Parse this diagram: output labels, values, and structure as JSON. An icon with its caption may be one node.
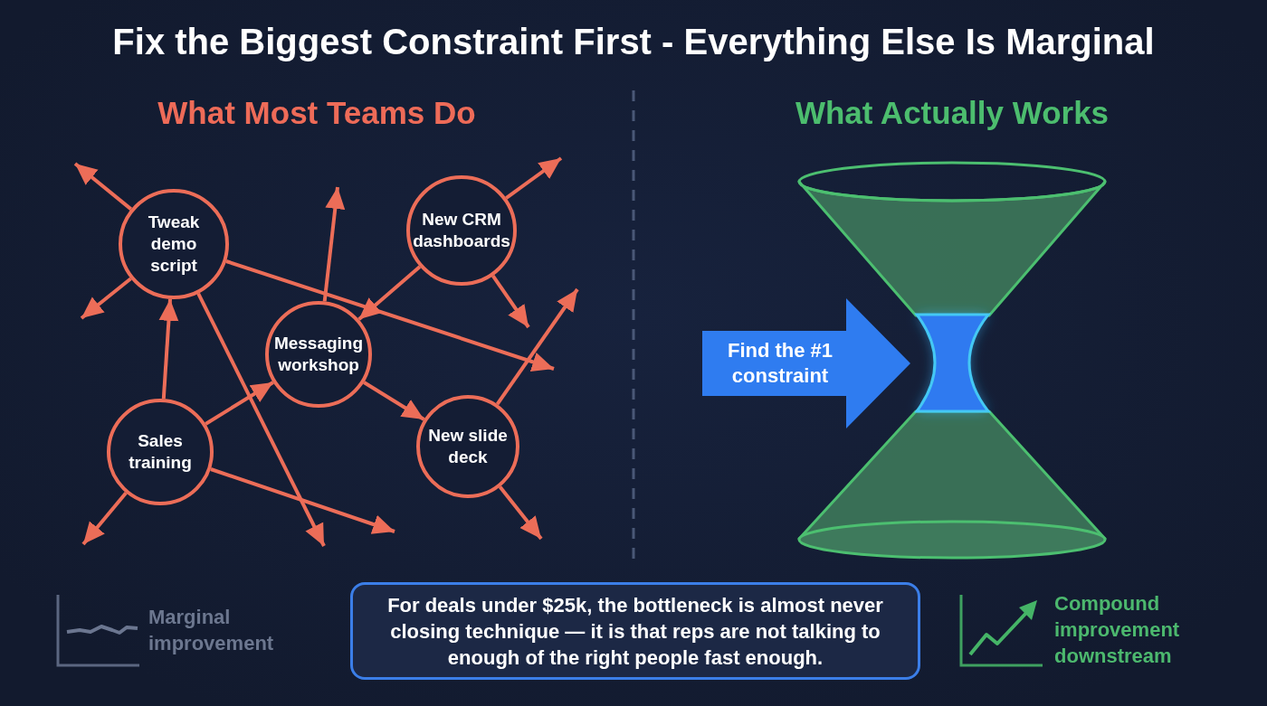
{
  "diagram": {
    "title": "Fix the Biggest Constraint First - Everything Else Is Marginal",
    "nodes": [
      {
        "text": [
          "Tweak demo script"
        ]
      },
      {
        "text": [
          "New CRM dashboards"
        ]
      },
      {
        "text": [
          "Messaging workshop"
        ]
      },
      {
        "text": [
          "Sales training"
        ]
      },
      {
        "text": [
          "New slide deck"
        ]
      },
      {
        "text": [
          "Find the #1 constraint"
        ]
      },
      {
        "text": [
          "For deals under $25k, the bottleneck is almost never closing technique — it is that reps are not talking to enough of the right people fast enough."
        ]
      }
    ],
    "edges": [
      {
        "from": 0,
        "to": null,
        "arrow": "to"
      },
      {
        "from": 0,
        "to": null,
        "arrow": "to"
      },
      {
        "from": 0,
        "to": null,
        "arrow": "to"
      },
      {
        "from": 0,
        "to": null,
        "arrow": "to"
      },
      {
        "from": 1,
        "to": null,
        "arrow": "to"
      },
      {
        "from": 1,
        "to": 2,
        "arrow": "to"
      },
      {
        "from": 1,
        "to": null,
        "arrow": "to"
      },
      {
        "from": 2,
        "to": null,
        "arrow": "to"
      },
      {
        "from": 2,
        "to": 4,
        "arrow": "to"
      },
      {
        "from": 3,
        "to": 0,
        "arrow": "to"
      },
      {
        "from": 3,
        "to": 2,
        "arrow": "to"
      },
      {
        "from": 3,
        "to": null,
        "arrow": "to"
      },
      {
        "from": 3,
        "to": null,
        "arrow": "to"
      },
      {
        "from": 4,
        "to": null,
        "arrow": "to"
      },
      {
        "from": 4,
        "to": null,
        "arrow": "to"
      }
    ],
    "labels": [
      "What Most Teams Do",
      "What Actually Works",
      "Marginal improvement",
      "Compound improvement downstream"
    ]
  }
}
